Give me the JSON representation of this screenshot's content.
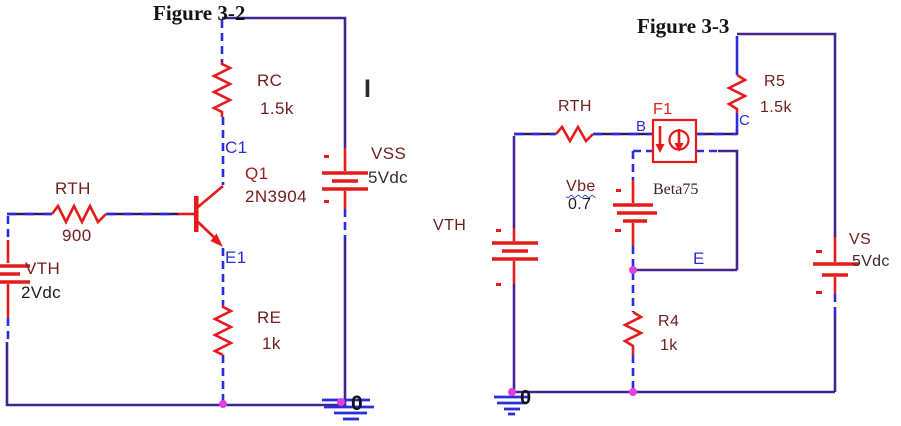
{
  "colors": {
    "wire_purple": "#41278d",
    "wire_blue": "#2b2be0",
    "component_red": "#e61a1a",
    "label_maroon": "#701d1d",
    "node_label_blue": "#2b2be0",
    "junction_magenta": "#e040e0"
  },
  "figure_3_2": {
    "title": "Figure 3-2",
    "resistor_rc": {
      "ref": "RC",
      "value": "1.5k"
    },
    "resistor_rth": {
      "ref": "RTH",
      "value": "900"
    },
    "resistor_re": {
      "ref": "RE",
      "value": "1k"
    },
    "source_vth": {
      "ref": "VTH",
      "value": "2Vdc"
    },
    "source_vss": {
      "ref": "VSS",
      "value": "5Vdc"
    },
    "transistor_q1": {
      "ref": "Q1",
      "value": "2N3904"
    },
    "node_c1": "C1",
    "node_e1": "E1",
    "ground": "0",
    "current_marker": "I"
  },
  "figure_3_3": {
    "title": "Figure 3-3",
    "resistor_rth": {
      "ref": "RTH"
    },
    "resistor_r5": {
      "ref": "R5",
      "value": "1.5k"
    },
    "resistor_r4": {
      "ref": "R4",
      "value": "1k"
    },
    "source_vth": {
      "ref": "VTH"
    },
    "source_vbe": {
      "ref": "Vbe",
      "value": "0.7"
    },
    "source_vs": {
      "ref": "VS",
      "value": "5Vdc"
    },
    "cccs_f1": {
      "ref": "F1",
      "gain": "Beta75"
    },
    "node_b": "B",
    "node_c": "C",
    "node_e": "E",
    "ground": "0"
  }
}
